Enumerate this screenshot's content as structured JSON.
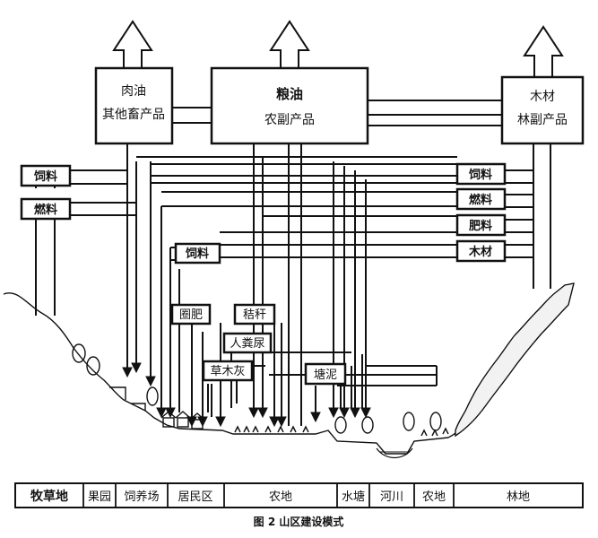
{
  "products": {
    "meat": {
      "line1": "肉油",
      "line2": "其他畜产品"
    },
    "grain": {
      "line1": "粮油",
      "line2": "农副产品"
    },
    "timber": {
      "line1": "木材",
      "line2": "林副产品"
    }
  },
  "inputs_left": {
    "feed": "饲料",
    "fuel": "燃料"
  },
  "inputs_right": {
    "feed": "饲料",
    "fuel": "燃料",
    "fertilizer": "肥料",
    "timber": "木材"
  },
  "inputs_mid": {
    "feed": "饲料",
    "pen_manure": "圈肥",
    "straw": "秸秆",
    "night_soil": "人粪尿",
    "ash": "草木灰",
    "pond_mud": "塘泥"
  },
  "land_zones": [
    "牧草地",
    "果园",
    "饲养场",
    "居民区",
    "农地",
    "水塘",
    "河川",
    "农地",
    "林地"
  ],
  "caption": "图 2  山区建设模式",
  "colors": {
    "line": "#111111",
    "paper": "#ffffff",
    "fill": "#ffffff"
  }
}
